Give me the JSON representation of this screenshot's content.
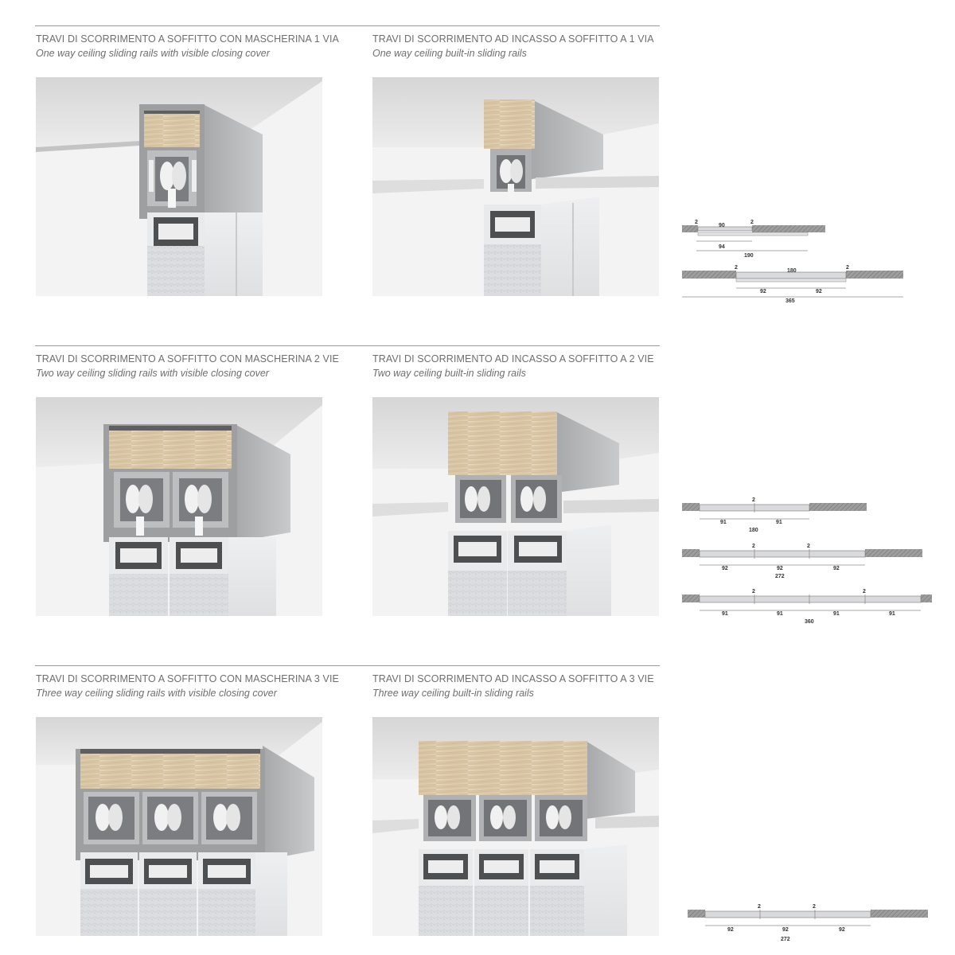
{
  "sections": [
    {
      "left": {
        "title": "TRAVI DI SCORRIMENTO A SOFFITTO CON MASCHERINA 1 VIA",
        "subtitle": "One way ceiling sliding rails with visible closing cover"
      },
      "right": {
        "title": "TRAVI DI SCORRIMENTO AD INCASSO A SOFFITTO A 1 VIA",
        "subtitle": "One way ceiling built-in sliding rails"
      }
    },
    {
      "left": {
        "title": "TRAVI DI SCORRIMENTO A SOFFITTO CON MASCHERINA 2 VIE",
        "subtitle": "Two way ceiling sliding rails with visible closing cover"
      },
      "right": {
        "title": "TRAVI DI SCORRIMENTO AD INCASSO A SOFFITTO A 2 VIE",
        "subtitle": "Two way ceiling built-in sliding rails"
      }
    },
    {
      "left": {
        "title": "TRAVI DI SCORRIMENTO A SOFFITTO CON MASCHERINA 3 VIE",
        "subtitle": "Three way ceiling sliding rails with visible closing cover"
      },
      "right": {
        "title": "TRAVI DI SCORRIMENTO AD INCASSO A SOFFITTO A 3 VIE",
        "subtitle": "Three way ceiling built-in sliding rails"
      }
    }
  ],
  "dimension_drawings": {
    "d1": {
      "a": "2",
      "b": "90",
      "c": "2",
      "d": "94",
      "e": "190"
    },
    "d2": {
      "a": "2",
      "b": "180",
      "c": "2",
      "d": "92",
      "e": "92",
      "f": "365"
    },
    "d3": {
      "a": "2",
      "b": "91",
      "c": "91",
      "d": "180"
    },
    "d4": {
      "a": "2",
      "b": "2",
      "c": "92",
      "d": "92",
      "e": "92",
      "f": "272"
    },
    "d5": {
      "a": "2",
      "b": "2",
      "c": "91",
      "d": "91",
      "e": "91",
      "f": "91",
      "g": "360"
    },
    "d6": {
      "a": "2",
      "b": "2",
      "c": "92",
      "d": "92",
      "e": "92",
      "f": "272"
    }
  },
  "colors": {
    "ceiling": "#e3e3e3",
    "wood": "#d9c8ab",
    "aluminium": "#a9aaac",
    "panel": "#e7e8ea",
    "rule": "#9a9a9a",
    "text": "#6e6e6e"
  }
}
